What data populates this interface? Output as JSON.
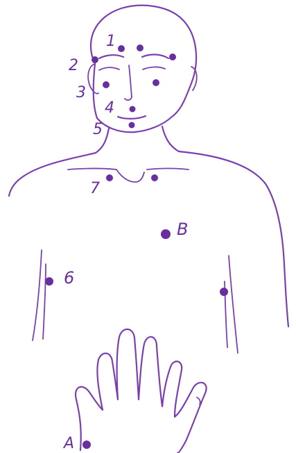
{
  "labels": {
    "point_1": "1",
    "point_2": "2",
    "point_3": "3",
    "point_4": "4",
    "point_5": "5",
    "point_6": "6",
    "point_7": "7",
    "point_a": "A",
    "point_b": "B"
  },
  "colors": {
    "ink": "#7b3fb0",
    "dot": "#6a2f9e",
    "background": "#ffffff"
  }
}
